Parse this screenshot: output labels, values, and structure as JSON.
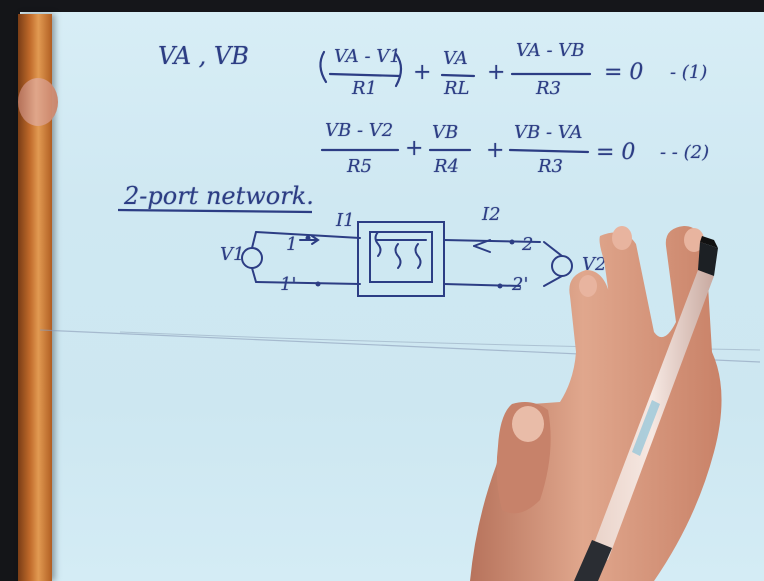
{
  "notes": {
    "variables": "VA , VB",
    "eq1": {
      "t1_num": "VA - V1",
      "t1_den": "R1",
      "plus1": "+",
      "t2_num": "VA",
      "t2_den": "RL",
      "plus2": "+",
      "t3_num": "VA - VB",
      "t3_den": "R3",
      "rhs": "= 0",
      "tag": "- (1)"
    },
    "eq2": {
      "t1_num": "VB - V2",
      "t1_den": "R5",
      "plus1": "+",
      "t2_num": "VB",
      "t2_den": "R4",
      "plus2": "+",
      "t3_num": "VB - VA",
      "t3_den": "R3",
      "rhs": "= 0",
      "tag": "- - (2)"
    },
    "heading": "2-port network.",
    "circuit": {
      "i1": "I1",
      "i2": "I2",
      "v1": "V1",
      "v2": "V2",
      "port1": "1",
      "port1p": "1'",
      "port2": "2",
      "port2p": "2'"
    }
  },
  "colors": {
    "paper": "#d4ecf5",
    "ink": "#2c3d84",
    "board_edge": "#c06a2a",
    "skin": "#d99a80"
  }
}
